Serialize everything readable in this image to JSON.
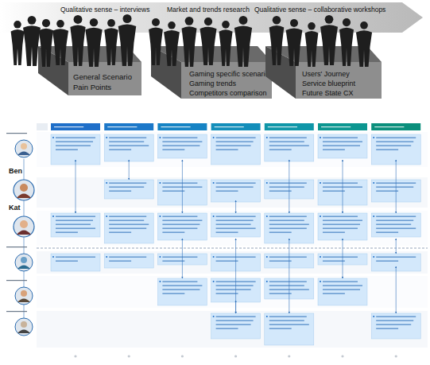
{
  "diagram": {
    "nodes": [
      {
        "text": [
          "Qualitative sense – interviews",
          "Market and trends research",
          "Qualitative sense – collaborative workshops"
        ]
      },
      {
        "text": [
          "General Scenario",
          "Pain Points"
        ]
      },
      {
        "text": [
          "Gaming specific scenario",
          "Gaming trends",
          "Competitors comparison"
        ]
      },
      {
        "text": [
          "Users' Journey",
          "Service blueprint",
          "Future State CX"
        ]
      },
      {
        "text": [
          "Ben"
        ]
      },
      {
        "text": [
          "Kat"
        ]
      }
    ]
  }
}
